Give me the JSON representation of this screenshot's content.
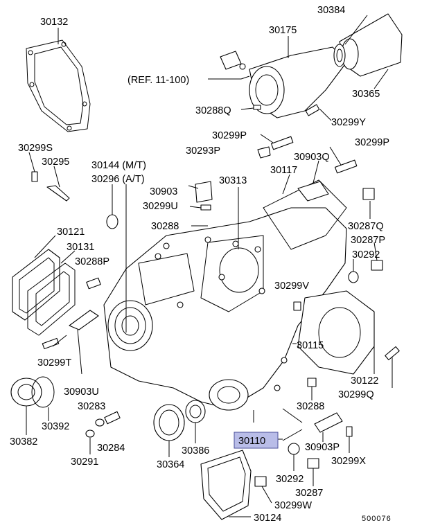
{
  "diagram_id": "500076",
  "highlight_color": "#b9bde8",
  "reference_note": "(REF. 11-100)",
  "highlighted_part": "30110",
  "labels": {
    "p30132": "30132",
    "p30384": "30384",
    "p30175": "30175",
    "p30365": "30365",
    "p30288Q": "30288Q",
    "p30299Y": "30299Y",
    "p30299S": "30299S",
    "p30295": "30295",
    "p30144": "30144 (M/T)",
    "p30296": "30296 (A/T)",
    "p30299P_a": "30299P",
    "p30293P": "30293P",
    "p30903Q": "30903Q",
    "p30299P_b": "30299P",
    "p30117": "30117",
    "p30903": "30903",
    "p30313": "30313",
    "p30299U": "30299U",
    "p30287Q": "30287Q",
    "p30287P": "30287P",
    "p30288": "30288",
    "p30121": "30121",
    "p30131": "30131",
    "p30288P": "30288P",
    "p30292_a": "30292",
    "p30299V": "30299V",
    "p30115": "30115",
    "p30299T": "30299T",
    "p30122": "30122",
    "p30299Q": "30299Q",
    "p30903U": "30903U",
    "p30283": "30283",
    "p30288_b": "30288",
    "p30392": "30392",
    "p30382": "30382",
    "p30284": "30284",
    "p30110": "30110",
    "p30903P": "30903P",
    "p30291": "30291",
    "p30364": "30364",
    "p30386": "30386",
    "p30299X": "30299X",
    "p30292_b": "30292",
    "p30287": "30287",
    "p30299W": "30299W",
    "p30124": "30124"
  }
}
